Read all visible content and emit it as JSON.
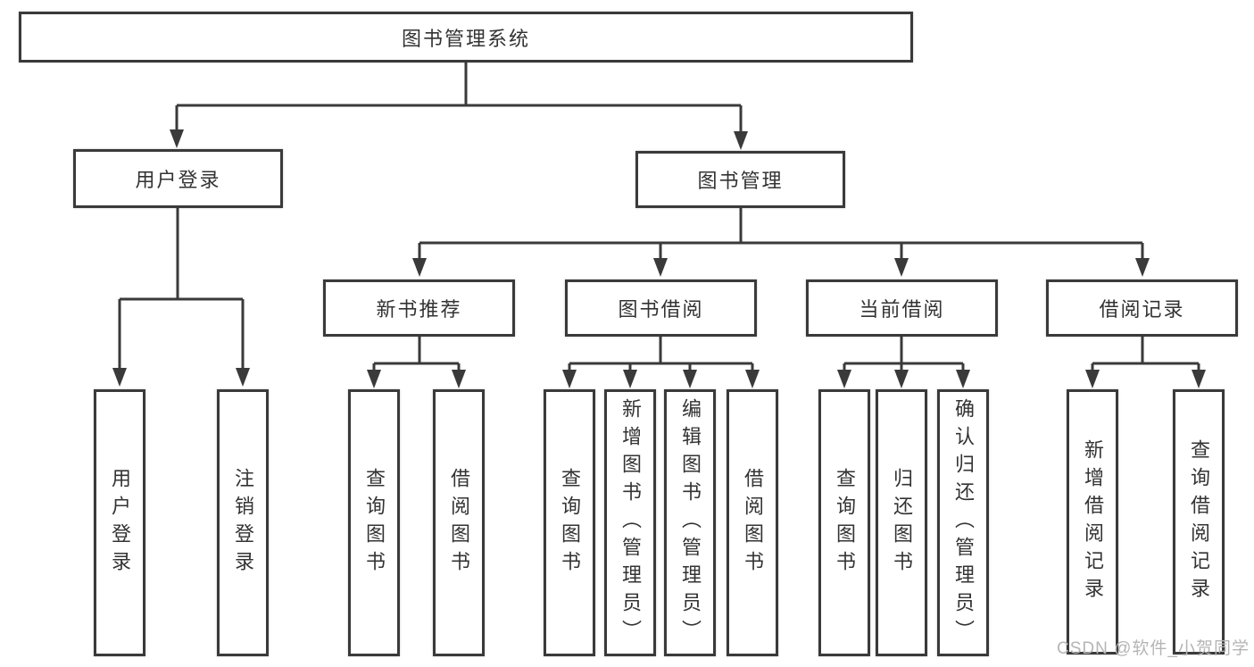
{
  "diagram_type": "hierarchy-tree",
  "nodes": {
    "root": {
      "label": "图书管理系统"
    },
    "user_login": {
      "label": "用户登录"
    },
    "book_mgmt": {
      "label": "图书管理"
    },
    "new_book_rec": {
      "label": "新书推荐"
    },
    "book_borrow": {
      "label": "图书借阅"
    },
    "current_borrow": {
      "label": "当前借阅"
    },
    "borrow_records": {
      "label": "借阅记录"
    },
    "leaf_user_login": {
      "label": "用户登录"
    },
    "leaf_logout": {
      "label": "注销登录"
    },
    "rec_query": {
      "label": "查询图书"
    },
    "rec_borrow": {
      "label": "借阅图书"
    },
    "bb_query": {
      "label": "查询图书"
    },
    "bb_add": {
      "label": "新增图书（管理员）"
    },
    "bb_edit": {
      "label": "编辑图书（管理员）"
    },
    "bb_borrow": {
      "label": "借阅图书"
    },
    "cb_query": {
      "label": "查询图书"
    },
    "cb_return": {
      "label": "归还图书"
    },
    "cb_confirm": {
      "label": "确认归还（管理员）"
    },
    "br_add": {
      "label": "新增借阅记录"
    },
    "br_query": {
      "label": "查询借阅记录"
    }
  },
  "hierarchy": {
    "图书管理系统": {
      "用户登录": [
        "用户登录",
        "注销登录"
      ],
      "图书管理": {
        "新书推荐": [
          "查询图书",
          "借阅图书"
        ],
        "图书借阅": [
          "查询图书",
          "新增图书（管理员）",
          "编辑图书（管理员）",
          "借阅图书"
        ],
        "当前借阅": [
          "查询图书",
          "归还图书",
          "确认归还（管理员）"
        ],
        "借阅记录": [
          "新增借阅记录",
          "查询借阅记录"
        ]
      }
    }
  },
  "watermark": {
    "text": "CSDN @软件_小贺同学"
  },
  "colors": {
    "line": "#3a3a3a",
    "text": "#333333",
    "background": "#ffffff",
    "watermark": "#b5b5b5"
  }
}
